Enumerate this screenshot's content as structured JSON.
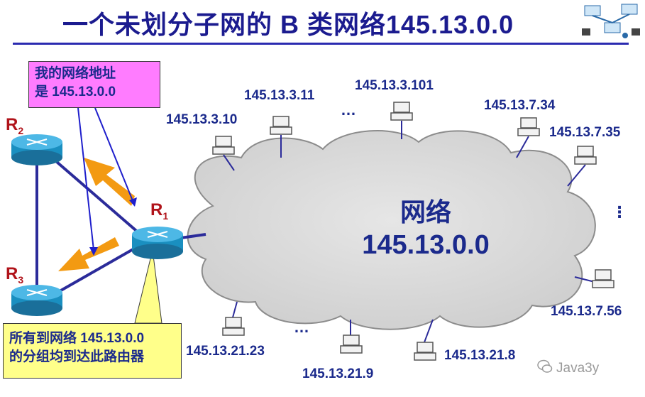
{
  "title": "一个未划分子网的 B 类网络145.13.0.0",
  "network": {
    "label": "网络",
    "address": "145.13.0.0"
  },
  "routers": [
    {
      "id": "R2",
      "letter": "R",
      "sub": "2"
    },
    {
      "id": "R1",
      "letter": "R",
      "sub": "1"
    },
    {
      "id": "R3",
      "letter": "R",
      "sub": "3"
    }
  ],
  "hosts": [
    "145.13.3.10",
    "145.13.3.11",
    "145.13.3.101",
    "145.13.7.34",
    "145.13.7.35",
    "145.13.7.56",
    "145.13.21.8",
    "145.13.21.9",
    "145.13.21.23"
  ],
  "ellipsis": "…",
  "vertical_ellipsis": "⋮",
  "callouts": {
    "network_address_line1": "我的网络地址",
    "network_address_line2": "是 145.13.0.0",
    "all_packets_line1": "所有到网络 145.13.0.0",
    "all_packets_line2": "的分组均到达此路由器"
  },
  "watermark": "Java3y",
  "colors": {
    "title": "#1b1b8f",
    "labels": "#1b2a8c",
    "router_label": "#b0131a",
    "link": "#2b2b9a",
    "arrow": "#f39a12",
    "cloud": "#d9d9d9",
    "callout_pink": "#ff7cff",
    "callout_yellow": "#ffff8a",
    "router_body": "#1a8fc0"
  }
}
